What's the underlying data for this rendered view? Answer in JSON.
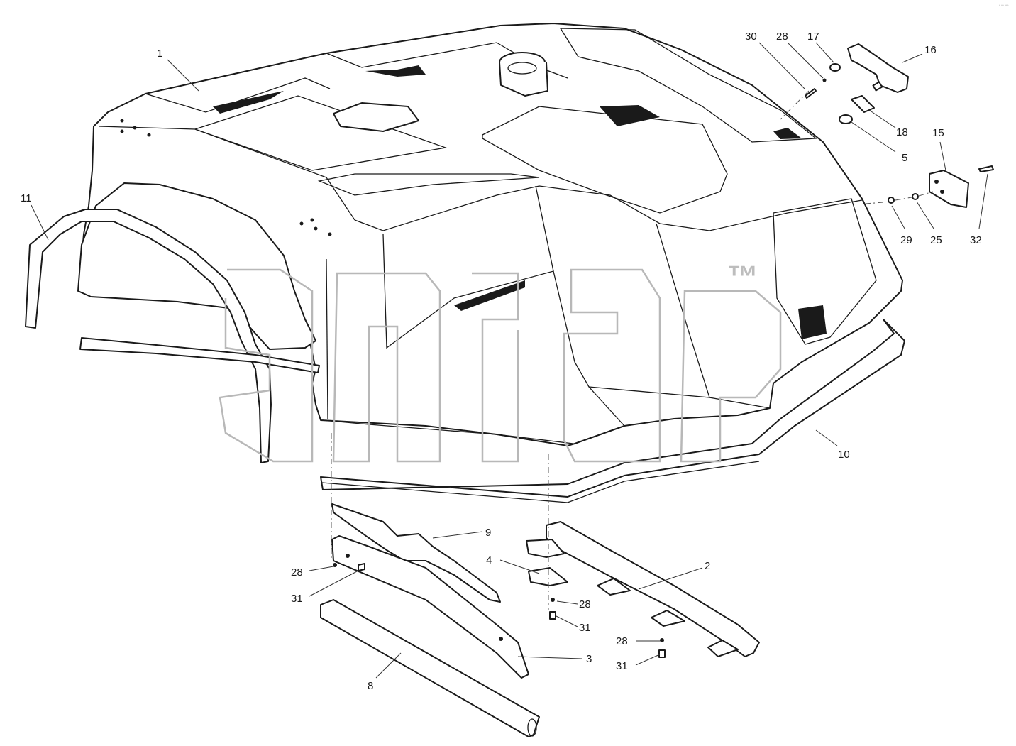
{
  "corner_mark": "▫ ▫▫ ▫▫▫",
  "watermark": {
    "mark": "™"
  },
  "callouts": [
    {
      "key": "c1",
      "text": "1"
    },
    {
      "key": "c11",
      "text": "11"
    },
    {
      "key": "c30",
      "text": "30"
    },
    {
      "key": "c28a",
      "text": "28"
    },
    {
      "key": "c17",
      "text": "17"
    },
    {
      "key": "c16",
      "text": "16"
    },
    {
      "key": "c18",
      "text": "18"
    },
    {
      "key": "c5",
      "text": "5"
    },
    {
      "key": "c15",
      "text": "15"
    },
    {
      "key": "c29",
      "text": "29"
    },
    {
      "key": "c25",
      "text": "25"
    },
    {
      "key": "c32",
      "text": "32"
    },
    {
      "key": "c10",
      "text": "10"
    },
    {
      "key": "c9",
      "text": "9"
    },
    {
      "key": "c4",
      "text": "4"
    },
    {
      "key": "c2",
      "text": "2"
    },
    {
      "key": "c28b",
      "text": "28"
    },
    {
      "key": "c31a",
      "text": "31"
    },
    {
      "key": "c28c",
      "text": "28"
    },
    {
      "key": "c31b",
      "text": "31"
    },
    {
      "key": "c28d",
      "text": "28"
    },
    {
      "key": "c31c",
      "text": "31"
    },
    {
      "key": "c3",
      "text": "3"
    },
    {
      "key": "c8",
      "text": "8"
    }
  ]
}
